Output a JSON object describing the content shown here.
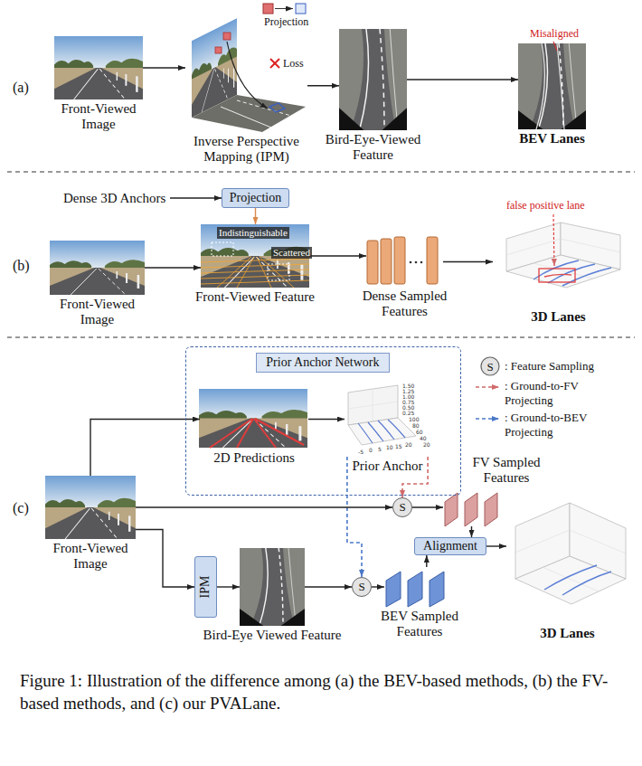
{
  "diagram": {
    "caption": "Figure 1: Illustration of the difference among (a) the BEV-based methods, (b) the FV-based methods, and (c) our PVALane.",
    "nodes": [
      {
        "text": [
          "Front-Viewed Image"
        ]
      },
      {
        "text": [
          "Inverse Perspective Mapping (IPM)"
        ]
      },
      {
        "text": [
          "Bird-Eye-Viewed Feature"
        ]
      },
      {
        "text": [
          "BEV Lanes"
        ]
      },
      {
        "text": [
          "Dense 3D Anchors"
        ]
      },
      {
        "text": [
          "Projection"
        ]
      },
      {
        "text": [
          "Front-Viewed Image"
        ]
      },
      {
        "text": [
          "Front-Viewed Feature"
        ]
      },
      {
        "text": [
          "Dense Sampled Features"
        ]
      },
      {
        "text": [
          "3D Lanes"
        ]
      },
      {
        "text": [
          "Prior Anchor Network"
        ]
      },
      {
        "text": [
          "2D Predictions"
        ],
        "in": 10
      },
      {
        "text": [
          "Prior Anchor"
        ],
        "in": 10
      },
      {
        "text": [
          "Front-Viewed Image"
        ]
      },
      {
        "text": [
          "S"
        ]
      },
      {
        "text": [
          "FV Sampled Features"
        ]
      },
      {
        "text": [
          "IPM"
        ]
      },
      {
        "text": [
          "Bird-Eye Viewed Feature"
        ]
      },
      {
        "text": [
          "S"
        ]
      },
      {
        "text": [
          "BEV Sampled Features"
        ]
      },
      {
        "text": [
          "Alignment"
        ]
      },
      {
        "text": [
          "3D Lanes"
        ]
      }
    ],
    "edges": [
      {
        "from": 0,
        "to": 1,
        "arrow": "to"
      },
      {
        "from": 1,
        "to": 2,
        "arrow": "to"
      },
      {
        "from": 2,
        "to": 3,
        "arrow": "to"
      },
      {
        "from": 4,
        "to": 5,
        "arrow": "to"
      },
      {
        "from": 5,
        "to": 7,
        "arrow": "to"
      },
      {
        "from": 6,
        "to": 7,
        "arrow": "to"
      },
      {
        "from": 7,
        "to": 8,
        "arrow": "to"
      },
      {
        "from": 8,
        "to": 9,
        "arrow": "to"
      },
      {
        "from": 13,
        "to": 11,
        "arrow": "to"
      },
      {
        "from": 11,
        "to": 12,
        "arrow": "to"
      },
      {
        "from": 12,
        "to": 14,
        "arrow": "to"
      },
      {
        "from": 12,
        "to": 18,
        "arrow": "to"
      },
      {
        "from": 13,
        "to": 14,
        "arrow": "to"
      },
      {
        "from": 14,
        "to": 15,
        "arrow": "to"
      },
      {
        "from": 13,
        "to": 16,
        "arrow": "to"
      },
      {
        "from": 16,
        "to": 17,
        "arrow": "to"
      },
      {
        "from": 17,
        "to": 18,
        "arrow": "to"
      },
      {
        "from": 18,
        "to": 19,
        "arrow": "to"
      },
      {
        "from": 15,
        "to": 20,
        "arrow": "to"
      },
      {
        "from": 19,
        "to": 20,
        "arrow": "to"
      },
      {
        "from": 20,
        "to": 21,
        "arrow": "to"
      }
    ],
    "labels": [
      "(a)",
      "Projection",
      "Loss",
      "Misaligned",
      "(b)",
      "Indistinguishable",
      "Scattered",
      "false positive lane",
      "(c)",
      "S",
      "1.50",
      "1.25",
      "1.00",
      "0.75",
      "0.50",
      "0.25",
      "100",
      "80",
      "60",
      "40",
      "20",
      "-5",
      "0",
      "5",
      "10",
      "15",
      "20"
    ],
    "legend": [
      {
        "text": ": Feature Sampling"
      },
      {
        "text": ": Ground-to-FV Projecting"
      },
      {
        "text": ": Ground-to-BEV Projecting"
      }
    ]
  }
}
